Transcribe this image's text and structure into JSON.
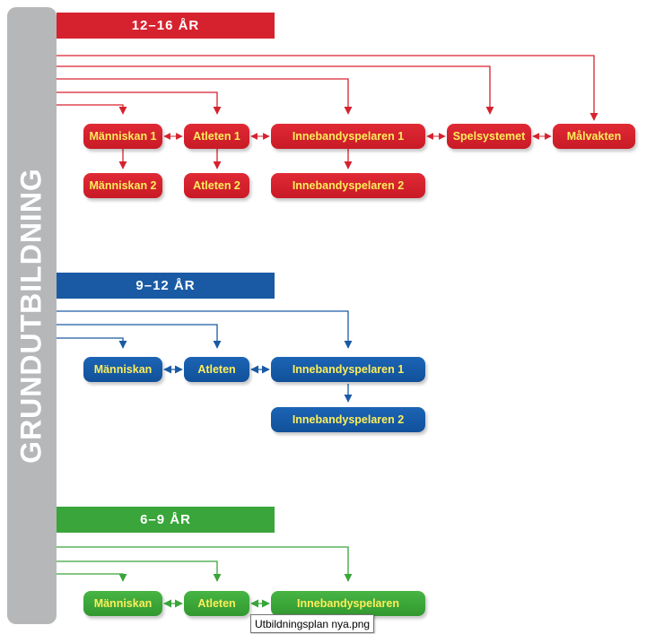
{
  "spine": {
    "label": "GRUNDUTBILDNING"
  },
  "colors": {
    "red": "#d6222e",
    "blue": "#1a5aa4",
    "green": "#39a53a",
    "text_yellow": "#fdee5b",
    "spine": "#b6b7b9"
  },
  "sections": {
    "red": {
      "title": "12–16 ÅR",
      "row1": [
        "Människan 1",
        "Atleten 1",
        "Innebandyspelaren 1",
        "Spelsystemet",
        "Målvakten"
      ],
      "row2": [
        "Människan 2",
        "Atleten 2",
        "Innebandyspelaren 2"
      ]
    },
    "blue": {
      "title": "9–12 ÅR",
      "row1": [
        "Människan",
        "Atleten",
        "Innebandyspelaren 1"
      ],
      "row2": [
        "Innebandyspelaren 2"
      ]
    },
    "green": {
      "title": "6–9 ÅR",
      "row1": [
        "Människan",
        "Atleten",
        "Innebandyspelaren"
      ]
    }
  },
  "tooltip": {
    "text": "Utbildningsplan nya.png"
  }
}
